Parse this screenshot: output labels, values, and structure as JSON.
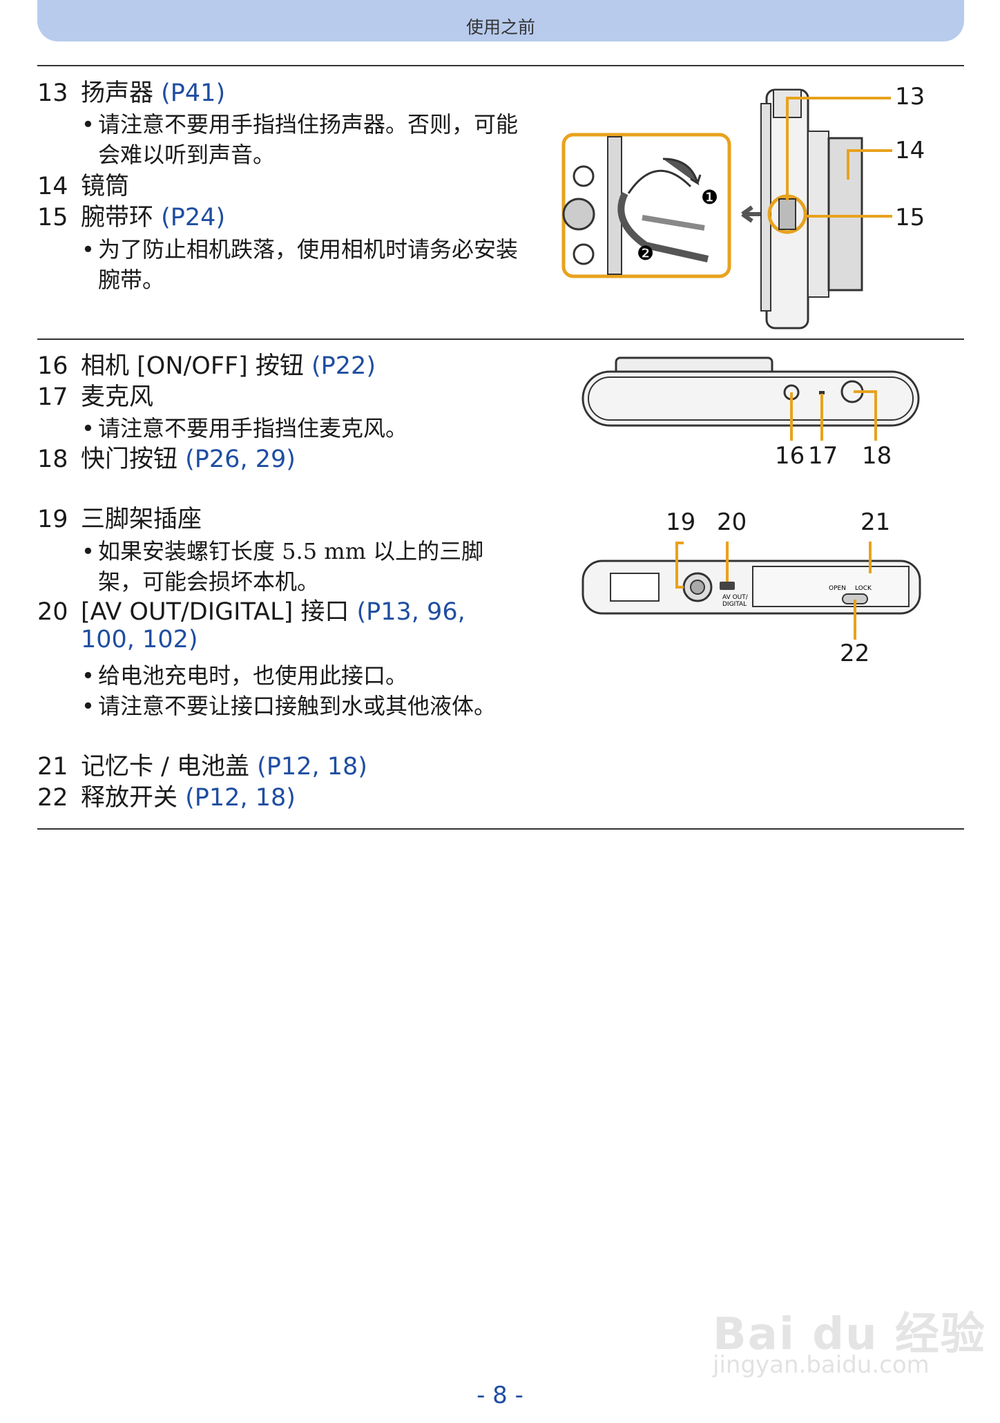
{
  "header": {
    "title": "使用之前"
  },
  "items": [
    {
      "num": "13",
      "text": "扬声器 ",
      "refs": "(P41)",
      "notes": [
        "请注意不要用手指挡住扬声器。否则，可能会难以听到声音。"
      ]
    },
    {
      "num": "14",
      "text": "镜筒"
    },
    {
      "num": "15",
      "text": "腕带环 ",
      "refs": "(P24)",
      "notes": [
        "为了防止相机跌落，使用相机时请务必安装腕带。"
      ]
    },
    {
      "num": "16",
      "text": "相机 [ON/OFF] 按钮 ",
      "refs": "(P22)"
    },
    {
      "num": "17",
      "text": "麦克风",
      "notes": [
        "请注意不要用手指挡住麦克风。"
      ]
    },
    {
      "num": "18",
      "text": "快门按钮 ",
      "refs": "(P26, 29)"
    },
    {
      "num": "19",
      "text": "三脚架插座",
      "notes": [
        "如果安装螺钉长度 5.5 mm 以上的三脚架，可能会损坏本机。"
      ]
    },
    {
      "num": "20",
      "text": "[AV OUT/DIGITAL] 接口 ",
      "refs": "(P13, 96,",
      "refs_cont": "100, 102)",
      "notes": [
        "给电池充电时，也使用此接口。",
        "请注意不要让接口接触到水或其他液体。"
      ]
    },
    {
      "num": "21",
      "text": "记忆卡 / 电池盖 ",
      "refs": "(P12, 18)"
    },
    {
      "num": "22",
      "text": "释放开关 ",
      "refs": "(P12, 18)"
    }
  ],
  "figure_labels": {
    "l13": "13",
    "l14": "14",
    "l15": "15",
    "l16": "16",
    "l17": "17",
    "l18": "18",
    "l19": "19",
    "l20": "20",
    "l21": "21",
    "l22": "22",
    "step1": "❶",
    "step2": "❷",
    "av_out": "AV OUT/",
    "digital": "DIGITAL",
    "open": "OPEN",
    "lock": "LOCK"
  },
  "page_number": "- 8 -",
  "watermark": {
    "brand": "Bai du 经验",
    "url": "jingyan.baidu.com"
  }
}
